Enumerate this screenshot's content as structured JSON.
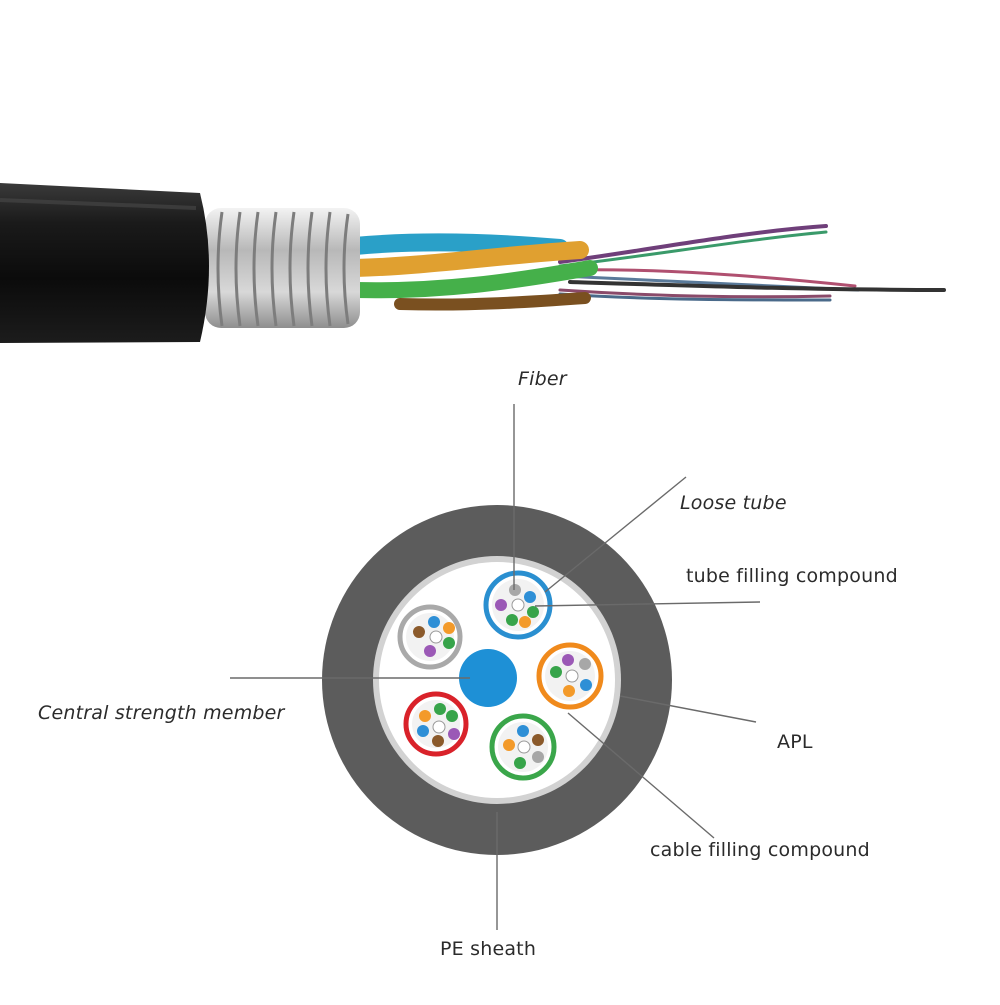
{
  "labels": {
    "fiber": "Fiber",
    "loose_tube": "Loose tube",
    "tube_filling_compound": "tube filling compound",
    "central_strength_member": "Central strength member",
    "apl": "APL",
    "cable_filling_compound": "cable filling compound",
    "pe_sheath": "PE sheath"
  },
  "colors": {
    "sheath": "#5a5a5a",
    "apl_ring": "#c8c8c8",
    "core": "#ffffff",
    "strength_member": "#1e90d6",
    "tube_blue": "#2a8fd0",
    "tube_orange": "#f08a1c",
    "tube_green": "#3aa64a",
    "tube_red": "#d9222a",
    "tube_gray": "#a9a9a9",
    "fiber_blue": "#2e8fd6",
    "fiber_orange": "#f39a2a",
    "fiber_green": "#37a44a",
    "fiber_brown": "#8b5a2b",
    "fiber_gray": "#a7a7a7",
    "fiber_purple": "#9b59b6"
  }
}
